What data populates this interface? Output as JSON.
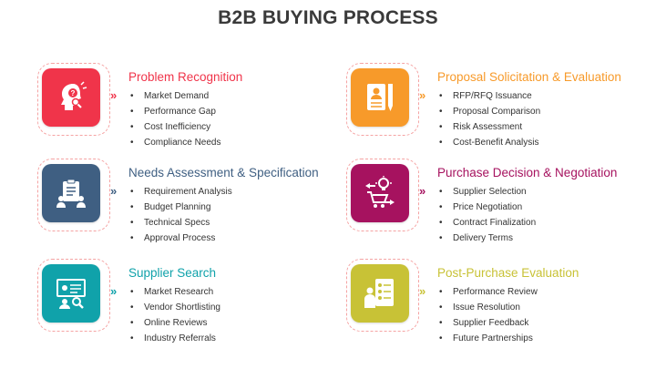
{
  "title": "B2B BUYING PROCESS",
  "steps": [
    {
      "title": "Problem Recognition",
      "color": "#f0344a",
      "frame_color": "#f5a3a3",
      "icon": "head-question-icon",
      "items": [
        "Market Demand",
        "Performance Gap",
        "Cost Inefficiency",
        "Compliance Needs"
      ]
    },
    {
      "title": "Needs Assessment & Specification",
      "color": "#3f5f82",
      "frame_color": "#f5a3a3",
      "icon": "clipboard-checklist-icon",
      "items": [
        "Requirement Analysis",
        "Budget Planning",
        "Technical Specs",
        "Approval Process"
      ]
    },
    {
      "title": "Supplier Search",
      "color": "#10a2aa",
      "frame_color": "#f5a3a3",
      "icon": "presentation-search-icon",
      "items": [
        "Market Research",
        "Vendor Shortlisting",
        "Online Reviews",
        "Industry Referrals"
      ]
    },
    {
      "title": "Proposal Solicitation & Evaluation",
      "color": "#f79a2a",
      "frame_color": "#f5a3a3",
      "icon": "document-pen-icon",
      "items": [
        "RFP/RFQ Issuance",
        "Proposal Comparison",
        "Risk Assessment",
        "Cost-Benefit Analysis"
      ]
    },
    {
      "title": "Purchase Decision & Negotiation",
      "color": "#a6125f",
      "frame_color": "#f5a3a3",
      "icon": "cart-decision-icon",
      "items": [
        "Supplier Selection",
        "Price Negotiation",
        "Contract Finalization",
        "Delivery Terms"
      ]
    },
    {
      "title": "Post-Purchase Evaluation",
      "color": "#c8c236",
      "frame_color": "#f5a3a3",
      "icon": "checklist-review-icon",
      "items": [
        "Performance Review",
        "Issue Resolution",
        "Supplier Feedback",
        "Future Partnerships"
      ]
    }
  ]
}
